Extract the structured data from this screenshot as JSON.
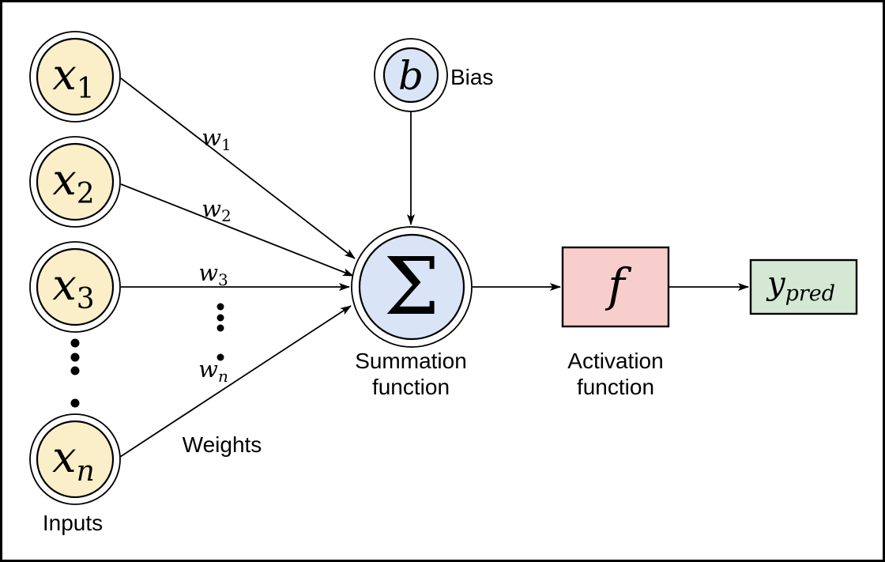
{
  "colors": {
    "background": "#FFFFFF",
    "border": "#000000",
    "input_fill": "#FAEFC8",
    "bias_fill": "#D9E5F7",
    "summation_fill": "#D9E5F7",
    "activation_fill": "#F8CECC",
    "output_fill": "#D5E8D4",
    "stroke": "#000000",
    "ring_fill": "#FFFFFF"
  },
  "nodes": {
    "inputs": [
      {
        "base": "x",
        "sub": "1"
      },
      {
        "base": "x",
        "sub": "2"
      },
      {
        "base": "x",
        "sub": "3"
      },
      {
        "base": "x",
        "sub": "n"
      }
    ],
    "bias": {
      "symbol": "b",
      "label": "Bias"
    },
    "summation": {
      "symbol": "Σ",
      "label_line1": "Summation",
      "label_line2": "function"
    },
    "activation": {
      "symbol": "f",
      "label_line1": "Activation",
      "label_line2": "function"
    },
    "output": {
      "base": "y",
      "sub": "pred"
    }
  },
  "edges": {
    "weights": [
      {
        "base": "w",
        "sub": "1"
      },
      {
        "base": "w",
        "sub": "2"
      },
      {
        "base": "w",
        "sub": "3"
      },
      {
        "base": "w",
        "sub": "n"
      }
    ]
  },
  "labels": {
    "inputs_group": "Inputs",
    "weights_group": "Weights"
  }
}
